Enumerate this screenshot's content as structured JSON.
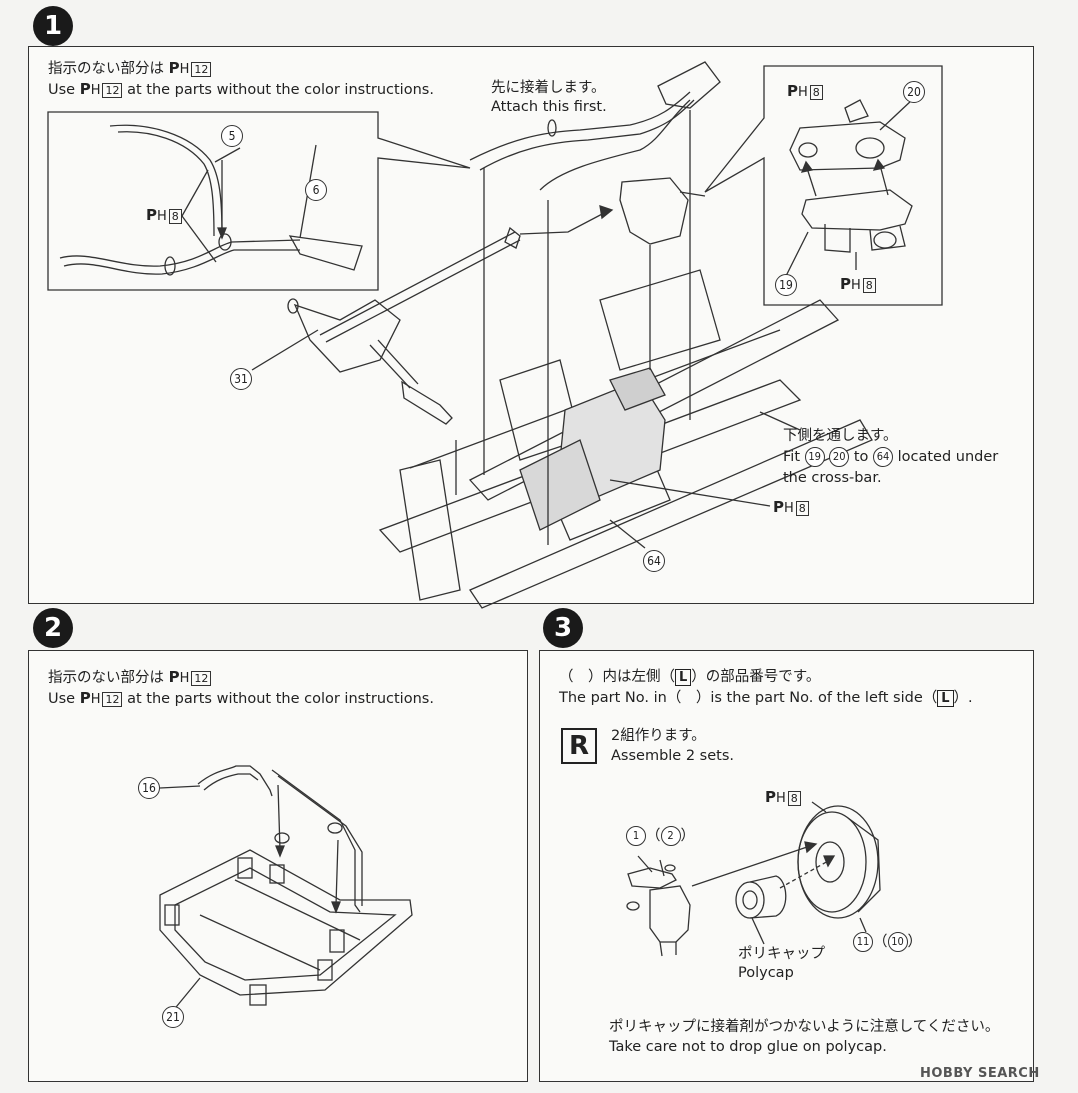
{
  "steps": [
    {
      "number": "1"
    },
    {
      "number": "2"
    },
    {
      "number": "3"
    }
  ],
  "step1": {
    "color_note_jp": "指示のない部分は",
    "color_note_en_pre": "Use",
    "color_note_en_post": "at the parts without the color instructions.",
    "attach_first_jp": "先に接着します。",
    "attach_first_en": "Attach this first.",
    "under_jp": "下側を通します。",
    "under_en_1_pre": "Fit",
    "under_en_1_to": "to",
    "under_en_1_post": "located under",
    "under_en_2": "the cross-bar.",
    "callouts": {
      "p5": "5",
      "p6": "6",
      "p20": "20",
      "p19": "19",
      "p31": "31",
      "p64": "64",
      "p19b": "19",
      "p20b": "20",
      "p64b": "64"
    }
  },
  "step2": {
    "color_note_jp": "指示のない部分は",
    "color_note_en_pre": "Use",
    "color_note_en_post": "at the parts without the color instructions.",
    "callouts": {
      "p16": "16",
      "p21": "21"
    }
  },
  "step3": {
    "paren_note_jp_a": "（　）内は左側（",
    "paren_note_jp_b": "）の部品番号です。",
    "paren_note_en_a": "The part No. in（　）is the part No. of the left side（",
    "paren_note_en_b": "）.",
    "left_code": "L",
    "r_code": "R",
    "sets_jp": "2組作ります。",
    "sets_en": "Assemble 2 sets.",
    "polycap_jp": "ポリキャップ",
    "polycap_en": "Polycap",
    "glue_jp": "ポリキャップに接着剤がつかないように注意してください。",
    "glue_en": "Take care not to drop glue on polycap.",
    "callouts": {
      "p1": "1",
      "p2": "2",
      "p11": "11",
      "p10": "10"
    },
    "paren_open": "（",
    "paren_close": "）"
  },
  "paint": {
    "prefix": "P",
    "sub": "H",
    "c12": "12",
    "c8": "8"
  },
  "watermark": "HOBBY SEARCH"
}
